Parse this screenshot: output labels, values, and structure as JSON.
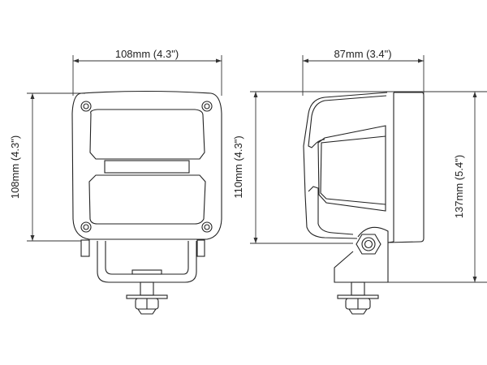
{
  "front_view": {
    "width_label": "108mm (4.3\")",
    "height_label": "108mm (4.3\")"
  },
  "side_view": {
    "depth_label": "87mm (3.4\")",
    "body_height_label": "110mm (4.3\")",
    "total_height_label": "137mm (5.4\")"
  },
  "colors": {
    "line": "#222222",
    "background": "#ffffff"
  }
}
